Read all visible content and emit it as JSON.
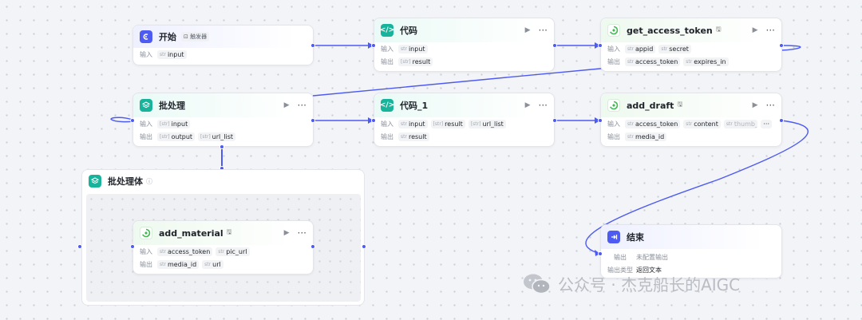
{
  "colors": {
    "accent": "#4e5bf2",
    "teal": "#17b39a",
    "plugin_green": "#3fb950",
    "wire": "#4e5bf2"
  },
  "labels": {
    "input": "输入",
    "output": "输出",
    "output_type": "输出类型"
  },
  "nodes": {
    "start": {
      "title": "开始",
      "badge": "触发器",
      "inputs": [
        {
          "type": "str",
          "name": "input"
        }
      ]
    },
    "code": {
      "title": "代码",
      "inputs": [
        {
          "type": "str",
          "name": "input"
        }
      ],
      "outputs": [
        {
          "type": "[str]",
          "name": "result"
        }
      ]
    },
    "get_access_token": {
      "title": "get_access_token",
      "inputs": [
        {
          "type": "str",
          "name": "appid"
        },
        {
          "type": "str",
          "name": "secret"
        }
      ],
      "outputs": [
        {
          "type": "str",
          "name": "access_token"
        },
        {
          "type": "str",
          "name": "expires_in"
        }
      ]
    },
    "batch": {
      "title": "批处理",
      "inputs": [
        {
          "type": "[str]",
          "name": "input"
        }
      ],
      "outputs": [
        {
          "type": "[str]",
          "name": "output"
        },
        {
          "type": "[str]",
          "name": "url_list"
        }
      ]
    },
    "code_1": {
      "title": "代码_1",
      "inputs": [
        {
          "type": "str",
          "name": "input"
        },
        {
          "type": "[str]",
          "name": "result"
        },
        {
          "type": "[str]",
          "name": "url_list"
        }
      ],
      "outputs": [
        {
          "type": "str",
          "name": "result"
        }
      ]
    },
    "add_draft": {
      "title": "add_draft",
      "inputs": [
        {
          "type": "str",
          "name": "access_token"
        },
        {
          "type": "str",
          "name": "content"
        },
        {
          "type": "str",
          "name": "thumb_m"
        }
      ],
      "outputs": [
        {
          "type": "str",
          "name": "media_id"
        }
      ]
    },
    "batch_body": {
      "title": "批处理体"
    },
    "add_material": {
      "title": "add_material",
      "inputs": [
        {
          "type": "str",
          "name": "access_token"
        },
        {
          "type": "str",
          "name": "pic_url"
        }
      ],
      "outputs": [
        {
          "type": "str",
          "name": "media_id"
        },
        {
          "type": "str",
          "name": "url"
        }
      ]
    },
    "end": {
      "title": "结束",
      "output_value": "未配置输出",
      "output_type_value": "返回文本"
    }
  },
  "watermark": {
    "text": "公众号 · 杰克船长的AIGC"
  }
}
